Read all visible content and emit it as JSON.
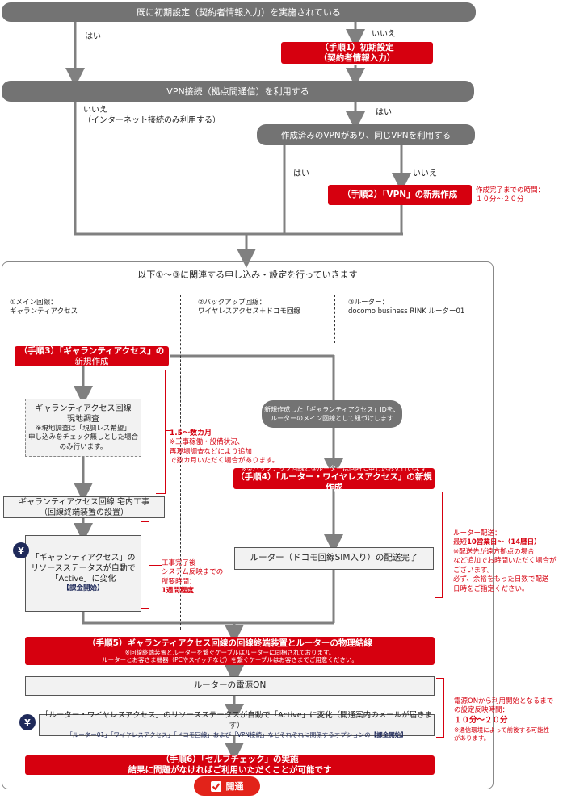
{
  "top_question": "既に初期設定（契約者情報入力）を実施されている",
  "q1_yes": "はい",
  "q1_no": "いいえ",
  "step1": [
    "（手順1）初期設定",
    "（契約者情報入力）"
  ],
  "q2": "VPN接続（拠点間通信）を利用する",
  "q2_no": [
    "いいえ",
    "（インターネット接続のみ利用する）"
  ],
  "q2_yes": "はい",
  "q3": "作成済みのVPNがあり、同じVPNを利用する",
  "q3_yes": "はい",
  "q3_no": "いいえ",
  "step2": "（手順2）「VPN」の新規作成",
  "step2_note": [
    "作成完了までの時間：",
    "１０分～２０分"
  ],
  "section_title": "以下①～③に関連する申し込み・設定を行っていきます",
  "col1": [
    "①メイン回線：",
    "ギャランティアクセス"
  ],
  "col2": [
    "②バックアップ回線：",
    "ワイヤレスアクセス＋ドコモ回線"
  ],
  "col3": [
    "③ルーター：",
    "docomo business RINK ルーター01"
  ],
  "step3": [
    "（手順3）「ギャランティアクセス」の",
    "新規作成"
  ],
  "survey": {
    "title": [
      "ギャランティアクセス回線",
      "現地調査"
    ],
    "note": [
      "※現地調査は「現調レス希望」",
      "申し込みをチェック無しとした場合",
      "のみ行います。"
    ]
  },
  "survey_period": {
    "head": "1.5～数カ月",
    "body": [
      "※工事稼働・設備状況、",
      "再現場調査などにより追加",
      "で数カ月いただく場合があります。"
    ]
  },
  "install": [
    "ギャランティアクセス回線 宅内工事",
    "（回線終端装置の設置）"
  ],
  "active1": {
    "text": [
      "「ギャランティアクセス」の",
      "リソースステータスが自動で",
      "「Active」に変化"
    ],
    "billing": "【課金開始】"
  },
  "active1_period": [
    "工事完了後",
    "システム反映までの",
    "所要時間：",
    "1週間程度"
  ],
  "gray_note": [
    "新規作成した「ギャランティアクセス」IDを、",
    "ルーターのメイン回線として紐づけします"
  ],
  "step4_note": "※②バックアップ回線と③ルーターは同時に申し込みを行います",
  "step4": "（手順4）「ルーター・ワイヤレスアクセス」の新規作成",
  "router_delivered": "ルーター（ドコモ回線SIM入り）の配送完了",
  "router_note": {
    "head": "ルーター配送：",
    "line2a": "最短",
    "line2b": "10営業日～（14暦日）",
    "body": [
      "※配送先が遠方拠点の場合",
      "など追加でお時間いただく場合が",
      "ございます。",
      "必ず、余裕をもった日数で配送",
      "日時をご指定ください。"
    ]
  },
  "step5": {
    "title": "（手順5）ギャランティアクセス回線の回線終端装置とルーターの物理結線",
    "notes": [
      "※回線終端装置とルーターを繋ぐケーブルはルーターに同梱されております。",
      "ルーターとお客さま機器（PCやスイッチなど）を繋ぐケーブルはお客さまでご用意ください。"
    ]
  },
  "power_on": "ルーターの電源ON",
  "active2": {
    "text": "「ルーター・ワイヤレスアクセス」のリソースステータスが自動で「Active」に変化（開通案内のメールが届きます）",
    "sub_a": "「ルーター01」「ワイヤレスアクセス」「ドコモ回線」および「VPN接続」などそれぞれに関係するオプションの",
    "sub_b": "【課金開始】"
  },
  "active2_note": {
    "body": [
      "電源ONから利用開始となるまで",
      "の設定反映時間："
    ],
    "head": "１０分～２０分",
    "foot": [
      "※通信環境によって前後する可能性",
      "があります。"
    ]
  },
  "step6": [
    "（手順6）「セルフチェック」の実施",
    "結果に問題がなければご利用いただくことが可能です"
  ],
  "done": "開通",
  "yen_symbol": "¥",
  "colors": {
    "red": "#d6000f",
    "gray": "#737373",
    "navy": "#1f2a5a"
  }
}
